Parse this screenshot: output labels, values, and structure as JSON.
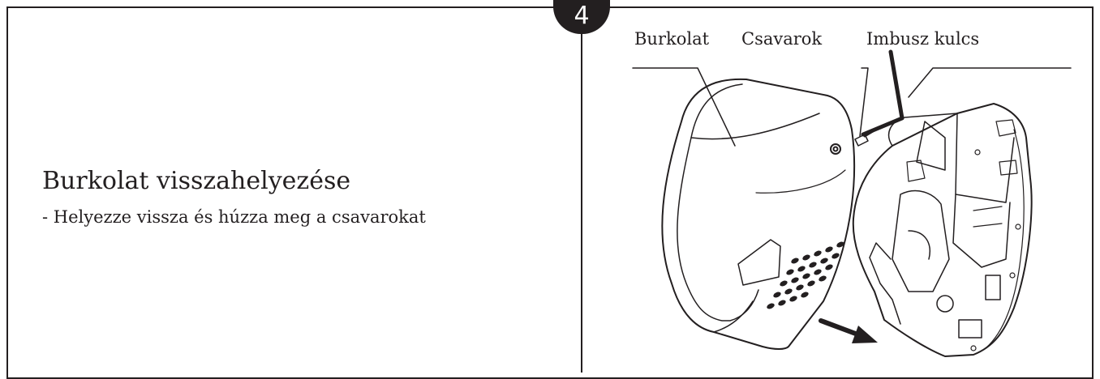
{
  "step_number": "4",
  "instruction": {
    "title": "Burkolat visszahelyezése",
    "subtitle": "- Helyezze vissza és húzza meg a csavarokat"
  },
  "callouts": {
    "cover": "Burkolat",
    "screws": "Csavarok",
    "hex_key": "Imbusz kulcs"
  },
  "colors": {
    "ink": "#231f20",
    "background": "#ffffff"
  }
}
